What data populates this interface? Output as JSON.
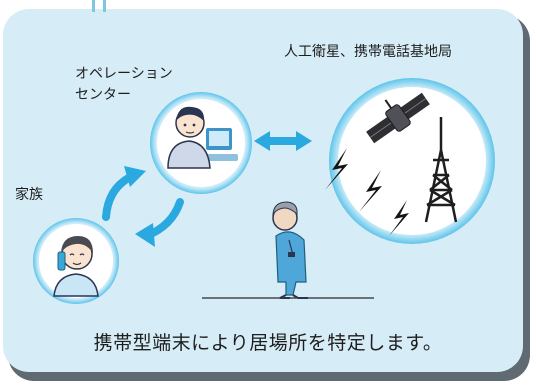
{
  "labels": {
    "operation_center": [
      "オペレーション",
      "センター"
    ],
    "satellite_base": "人工衛星、携帯電話基地局",
    "family": "家族"
  },
  "caption": "携帯型端末により居場所を特定します。",
  "icons": [
    "operator-icon",
    "computer-icon",
    "satellite-icon",
    "cell-tower-icon",
    "lightning-icon",
    "family-phone-icon",
    "elderly-person-icon",
    "double-arrow-icon",
    "curved-arrow-icon"
  ],
  "colors": {
    "panel_background": "#d6ecf6",
    "panel_shadow": "#606a72",
    "circle_glow": "#5ec4ea",
    "arrow": "#29a9df",
    "text": "#1e1e1e"
  }
}
